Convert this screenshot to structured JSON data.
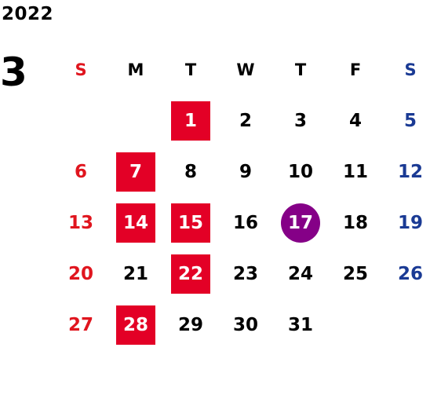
{
  "year": "2022",
  "month": "3",
  "weekdays": [
    "S",
    "M",
    "T",
    "W",
    "T",
    "F",
    "S"
  ],
  "days": [
    "",
    "",
    "1",
    "2",
    "3",
    "4",
    "5",
    "6",
    "7",
    "8",
    "9",
    "10",
    "11",
    "12",
    "13",
    "14",
    "15",
    "16",
    "17",
    "18",
    "19",
    "20",
    "21",
    "22",
    "23",
    "24",
    "25",
    "26",
    "27",
    "28",
    "29",
    "30",
    "31",
    "",
    ""
  ],
  "highlighted_days": [
    "1",
    "7",
    "14",
    "15",
    "22",
    "28"
  ],
  "today": "17",
  "colors": {
    "sunday": "#e0151e",
    "saturday": "#1a3a94",
    "highlight": "#e30026",
    "today": "#850087"
  }
}
